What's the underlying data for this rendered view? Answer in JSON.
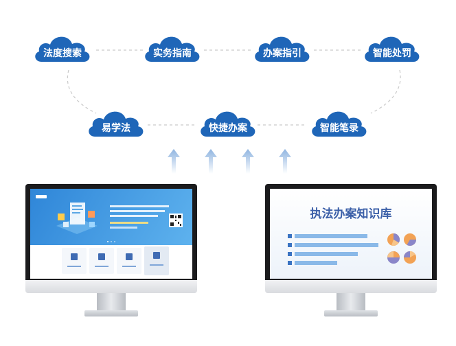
{
  "top_row": [
    "法度搜索",
    "实务指南",
    "办案指引",
    "智能处罚"
  ],
  "bottom_row": [
    "易学法",
    "快捷办案",
    "智能笔录"
  ],
  "knowledge_base_title": "执法办案知识库",
  "colors": {
    "cloud": "#1f66b8",
    "cloud_highlight": "#2f7fd0",
    "arrow": "#a9c6e8",
    "connector": "#c9c9c9",
    "kb_title": "#3b5fa8",
    "bars": "#7fb2e6",
    "pie_orange": "#f2a255",
    "pie_purple": "#8a86c9"
  },
  "icons": [
    "cloud-icon",
    "up-arrow-icon",
    "monitor-icon",
    "qr-code-icon",
    "pie-chart-icon",
    "bar-chart-icon"
  ]
}
